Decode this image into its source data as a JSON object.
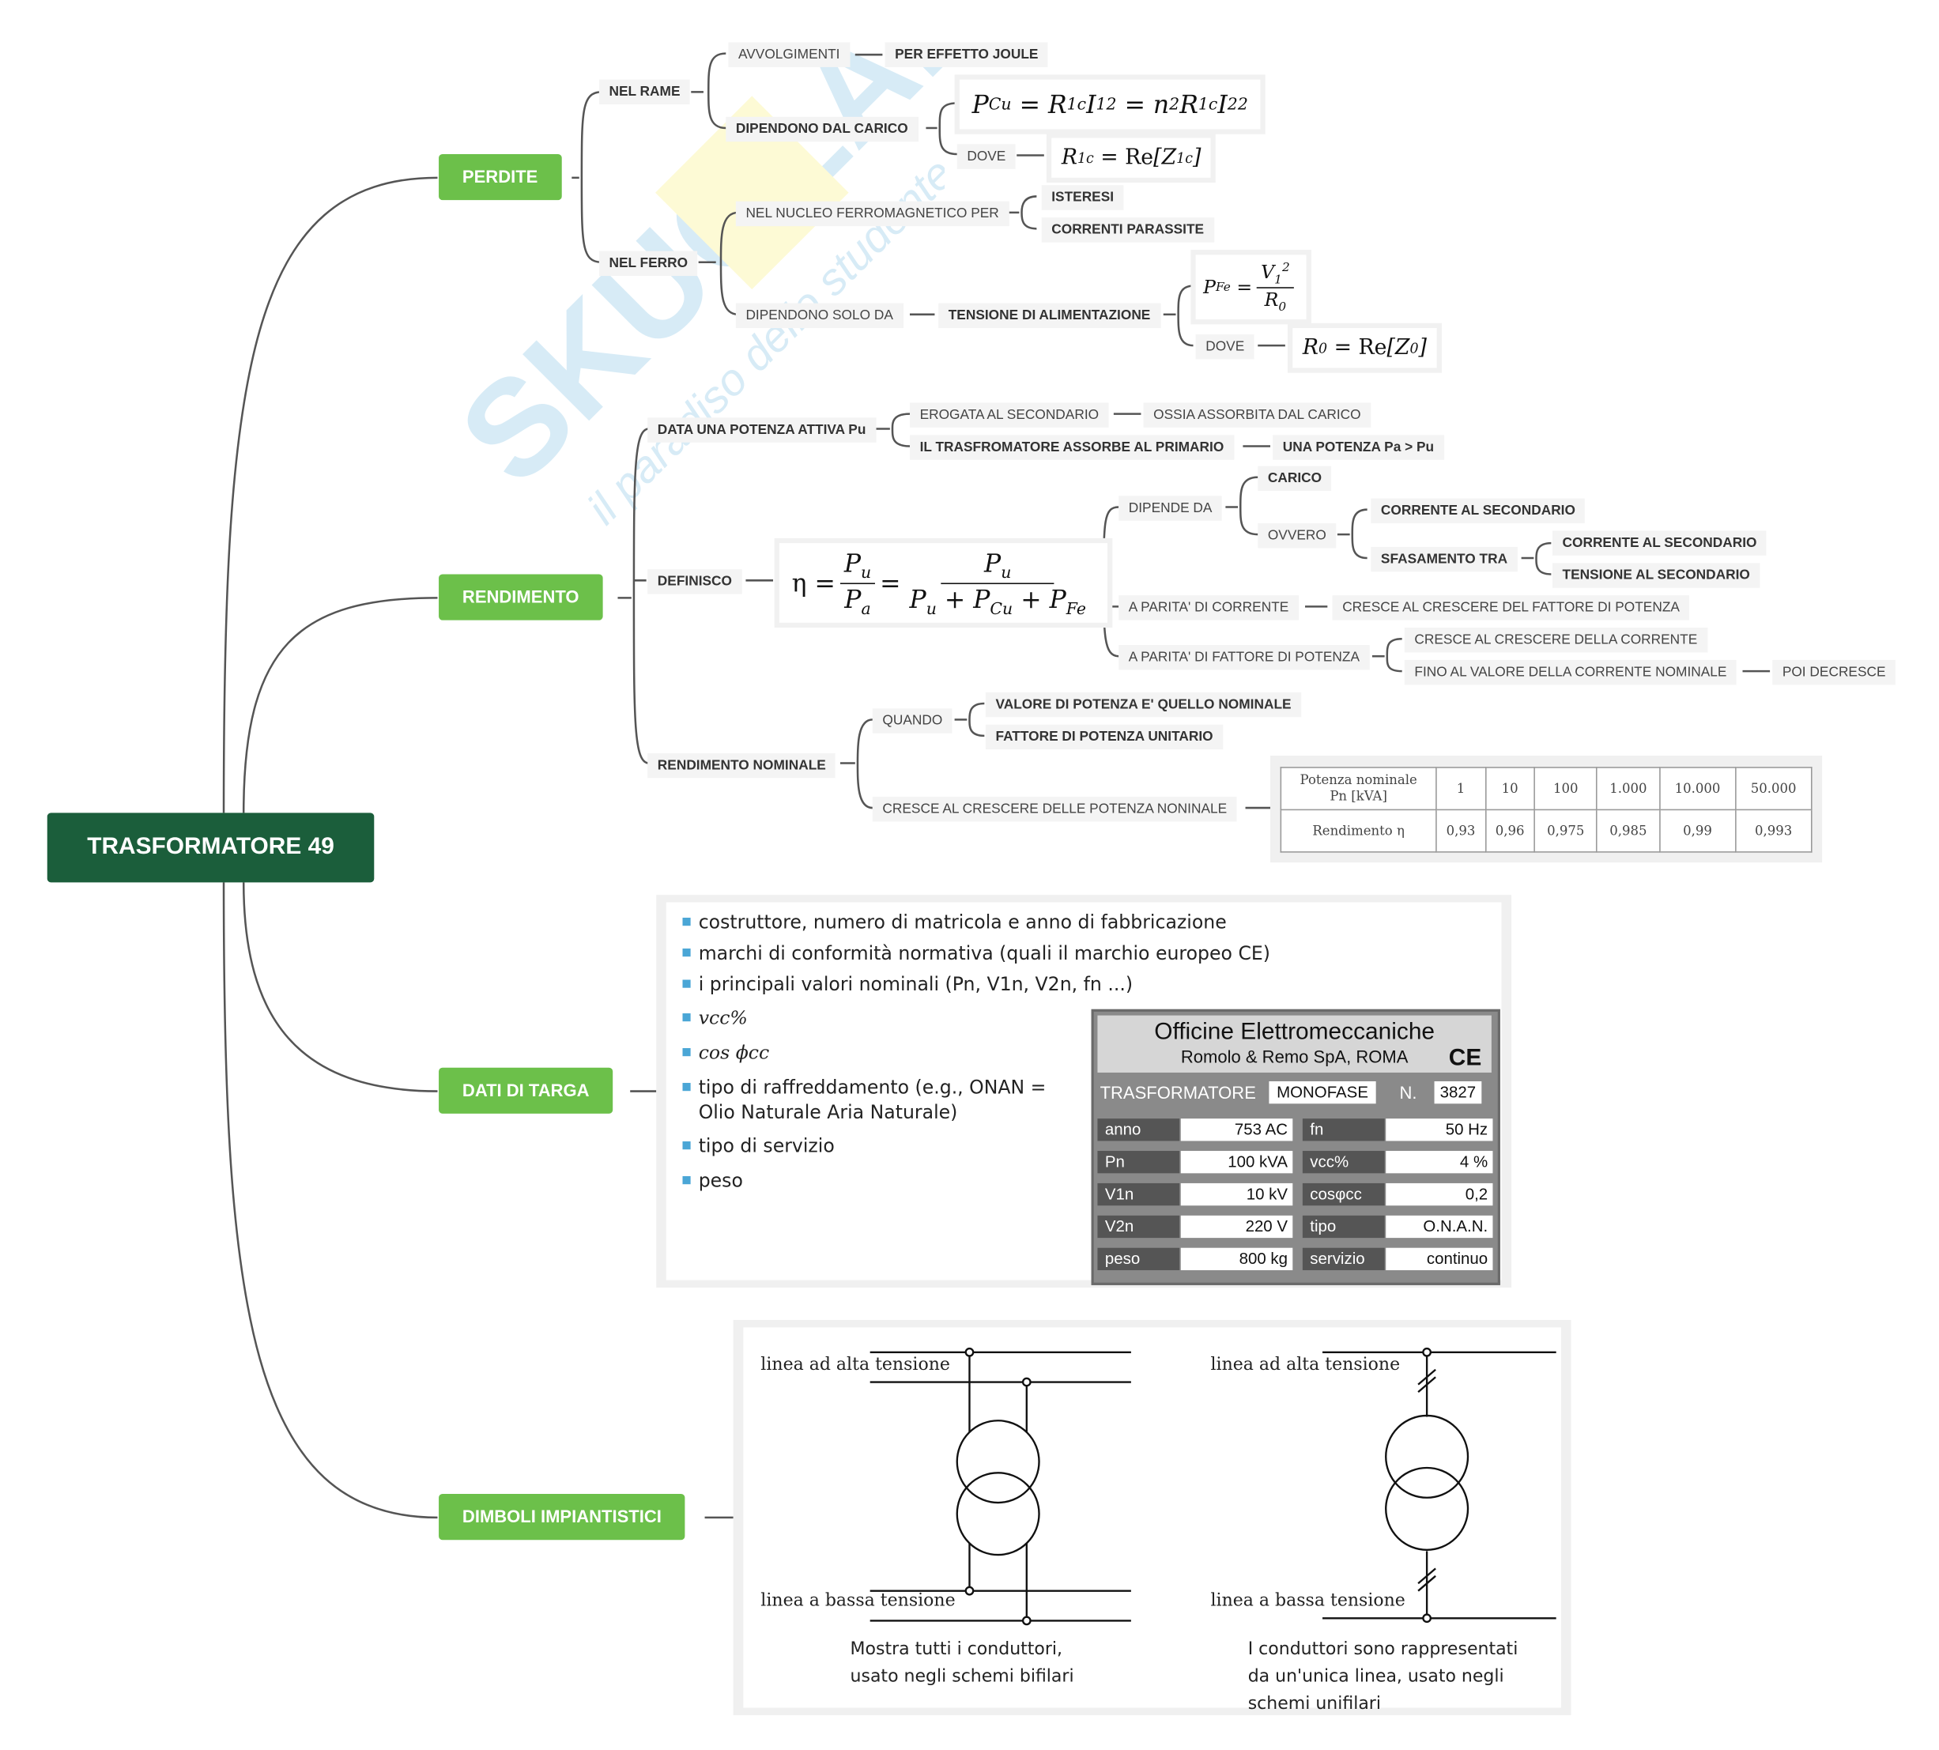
{
  "root": "TRASFORMATORE 49",
  "watermark": {
    "brand": "SKUOLA.net",
    "tagline": "il paradiso dello studente"
  },
  "perdite": {
    "title": "PERDITE",
    "nel_rame": "NEL RAME",
    "avvolgimenti": "AVVOLGIMENTI",
    "per_effetto_joule": "PER EFFETTO JOULE",
    "dipendono_dal_carico": "DIPENDONO DAL CARICO",
    "dove": "DOVE",
    "nel_ferro": "NEL FERRO",
    "nel_nucleo": "NEL NUCLEO FERROMAGNETICO PER",
    "isteresi": "ISTERESI",
    "correnti_parassite": "CORRENTI PARASSITE",
    "dipendono_solo_da": "DIPENDONO SOLO DA",
    "tensione_alimentazione": "TENSIONE DI ALIMENTAZIONE",
    "dove2": "DOVE"
  },
  "rendimento": {
    "title": "RENDIMENTO",
    "data_una_potenza": "DATA UNA POTENZA ATTIVA Pu",
    "erogata": "EROGATA AL SECONDARIO",
    "ossia": "OSSIA ASSORBITA DAL CARICO",
    "assorbe": "IL TRASFROMATORE ASSORBE AL PRIMARIO",
    "potenza_pa": "UNA POTENZA Pa > Pu",
    "definisco": "DEFINISCO",
    "dipende_da": "DIPENDE DA",
    "carico": "CARICO",
    "ovvero": "OVVERO",
    "corrente_secondario": "CORRENTE AL SECONDARIO",
    "sfasamento": "SFASAMENTO TRA",
    "corrente_secondario2": "CORRENTE AL SECONDARIO",
    "tensione_secondario": "TENSIONE AL SECONDARIO",
    "parita_corrente": "A PARITA' DI CORRENTE",
    "cresce_fattore": "CRESCE AL CRESCERE DEL FATTORE DI POTENZA",
    "parita_fattore": "A PARITA' DI FATTORE DI POTENZA",
    "cresce_corrente": "CRESCE AL CRESCERE DELLA CORRENTE",
    "fino_al_valore": "FINO AL VALORE DELLA CORRENTE NOMINALE",
    "poi_decresce": "POI DECRESCE",
    "rendimento_nominale": "RENDIMENTO NOMINALE",
    "quando": "QUANDO",
    "valore_potenza": "VALORE DI POTENZA E' QUELLO NOMINALE",
    "fattore_unitario": "FATTORE DI POTENZA UNITARIO",
    "cresce_potenza": "CRESCE AL CRESCERE DELLE POTENZA NONINALE",
    "table": {
      "row1_label": "Potenza nominale",
      "row1_unit": "Pn [kVA]",
      "row2_label": "Rendimento η",
      "potenze": [
        "1",
        "10",
        "100",
        "1.000",
        "10.000",
        "50.000"
      ],
      "rendimenti": [
        "0,93",
        "0,96",
        "0,975",
        "0,985",
        "0,99",
        "0,993"
      ]
    }
  },
  "dati_targa": {
    "title": "DATI DI TARGA",
    "bullets": [
      "costruttore, numero di matricola e anno di fabbricazione",
      "marchi di conformità normativa (quali il marchio europeo CE)",
      "i principali valori nominali (Pn, V1n, V2n, fn ...)",
      "vcc%",
      "cos ϕcc",
      "tipo di raffreddamento (e.g., ONAN =",
      "Olio Naturale Aria Naturale)",
      "tipo di servizio",
      "peso"
    ],
    "plate": {
      "company": "Officine Elettromeccaniche",
      "address": "Romolo & Remo SpA,  ROMA",
      "ce": "CE",
      "trasformatore": "TRASFORMATORE",
      "tipo_fase": "MONOFASE",
      "n_label": "N.",
      "numero": "3827",
      "rows": [
        {
          "k1": "anno",
          "v1": "753 AC",
          "k2": "fn",
          "v2": "50 Hz"
        },
        {
          "k1": "Pn",
          "v1": "100 kVA",
          "k2": "vcc%",
          "v2": "4 %"
        },
        {
          "k1": "V1n",
          "v1": "10 kV",
          "k2": "cosφcc",
          "v2": "0,2"
        },
        {
          "k1": "V2n",
          "v1": "220 V",
          "k2": "tipo",
          "v2": "O.N.A.N."
        },
        {
          "k1": "peso",
          "v1": "800 kg",
          "k2": "servizio",
          "v2": "continuo"
        }
      ]
    }
  },
  "simboli": {
    "title": "DIMBOLI IMPIANTISTICI",
    "left_high": "linea ad alta tensione",
    "left_low": "linea a bassa tensione",
    "left_caption": [
      "Mostra tutti i conduttori,",
      "usato negli schemi bifilari"
    ],
    "right_high": "linea ad alta tensione",
    "right_low": "linea a bassa tensione",
    "right_caption": [
      "I conduttori sono rappresentati",
      "da un'unica linea, usato negli",
      "schemi unifilari"
    ]
  },
  "colors": {
    "root": "#1b5e3b",
    "branch": "#6cc04a",
    "bullet": "#4aa6d6"
  }
}
